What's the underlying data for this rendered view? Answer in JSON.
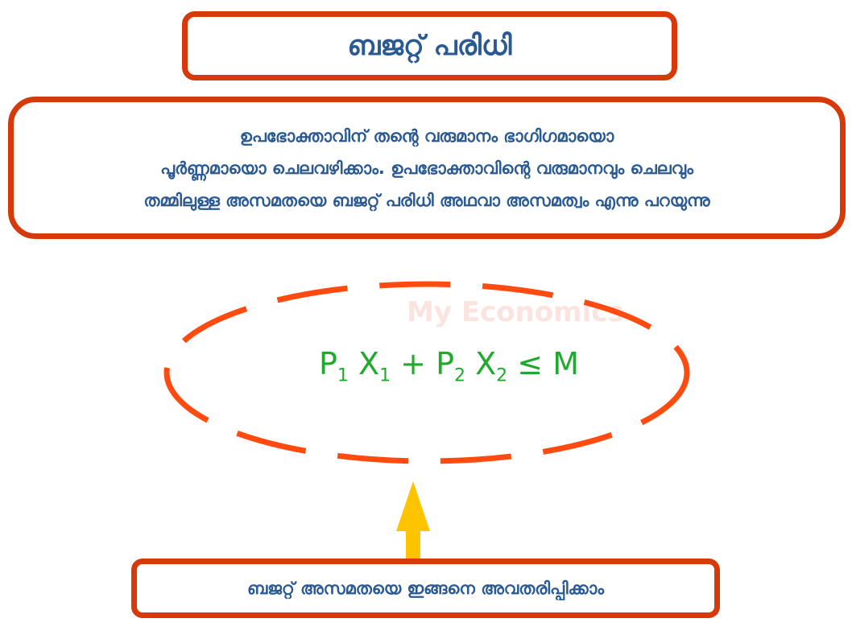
{
  "title": "ബജറ്റ് പരിധി",
  "description": {
    "lines": [
      "ഉപഭോക്താവിന് തന്റെ വരുമാനം ഭാഗിഗമായൊ",
      "പൂർണ്ണമായൊ ചെലവഴിക്കാം. ഉപഭോക്താവിന്റെ വരുമാനവും ചെലവും",
      "തമ്മിലുള്ള അസമതയെ ബജറ്റ് പരിധി അഥവാ അസമത്വം എന്നു പറയുന്നു"
    ]
  },
  "equation": {
    "p1": "P",
    "s1": "1",
    "x1": "X",
    "s2": "1",
    "plus": "+",
    "p2": "P",
    "s3": "2",
    "x2": "X",
    "s4": "2",
    "op": "≤",
    "m": "M"
  },
  "watermark": "My Economics",
  "bottom_label": "ബജറ്റ് അസമതയെ ഇങ്ങനെ അവതരിപ്പിക്കാം",
  "colors": {
    "border": "#d63a0a",
    "text": "#2a5a94",
    "ellipse": "#ff4a10",
    "arrow": "#ffc400",
    "equation": "#1faa2e"
  }
}
